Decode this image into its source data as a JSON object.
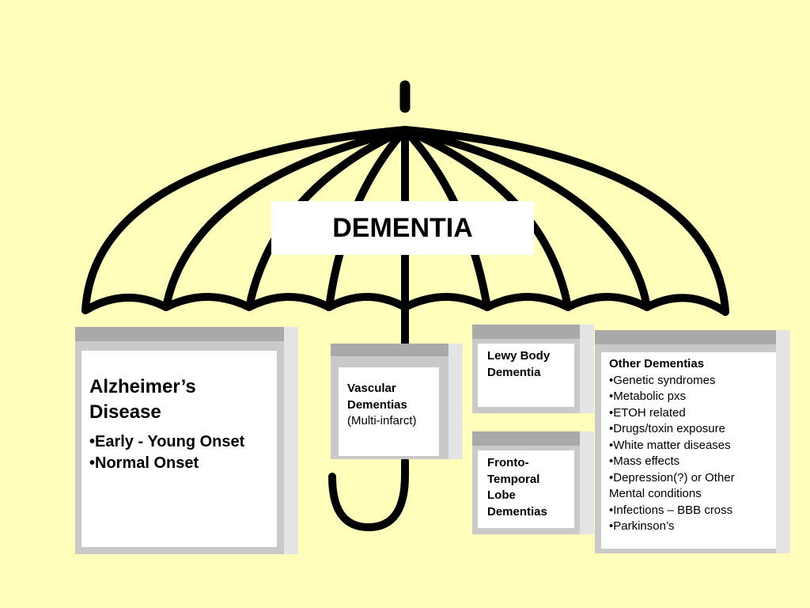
{
  "title": "DEMENTIA",
  "colors": {
    "background": "#FFFFBB",
    "umbrella_stroke": "#000000",
    "box_top": "#A9A9A9",
    "box_side": "#E4E4E4",
    "box_face": "#C9C9C9",
    "box_inner": "#FFFFFF"
  },
  "boxes": {
    "alzheimers": {
      "title_line1": "Alzheimer’s",
      "title_line2": "Disease",
      "items": [
        "•Early - Young Onset",
        "•Normal Onset"
      ]
    },
    "vascular": {
      "line1": "Vascular",
      "line2": "Dementias",
      "line3": "(Multi-infarct)"
    },
    "lewy": {
      "line1": "Lewy Body",
      "line2": "Dementia"
    },
    "fronto": {
      "line1": "Fronto-",
      "line2": "Temporal",
      "line3": "Lobe",
      "line4": "Dementias"
    },
    "other": {
      "title": "Other Dementias",
      "items": [
        "•Genetic syndromes",
        "•Metabolic pxs",
        "•ETOH related",
        "•Drugs/toxin exposure",
        "•White matter diseases",
        "•Mass effects",
        "•Depression(?) or Other",
        "Mental conditions",
        "•Infections – BBB cross",
        "•Parkinson’s"
      ]
    }
  }
}
